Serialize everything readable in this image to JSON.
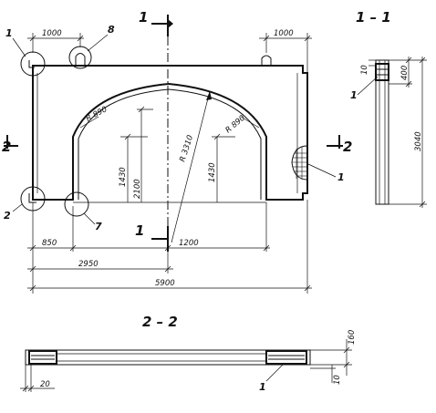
{
  "section_titles": {
    "s11": "1 – 1",
    "s22": "2 – 2"
  },
  "cut_marks": {
    "cut1_top": "1",
    "cut1_bottom": "1",
    "cut2_left": "2",
    "cut2_right": "2"
  },
  "callouts": {
    "c1_top_left": "1",
    "c8": "8",
    "c2": "2",
    "c7": "7",
    "c1_right": "1",
    "c1_section11": "1",
    "c1_section22": "1"
  },
  "dimensions": {
    "d1000_left": "1000",
    "d1000_right": "1000",
    "r890_left": "R 890",
    "r890_right": "R 890",
    "r3310": "R 3310",
    "d1430_left": "1430",
    "d2100": "2100",
    "d1430_right": "1430",
    "d850": "850",
    "d1200": "1200",
    "d2950": "2950",
    "d5900": "5900",
    "s11_10": "10",
    "s11_400": "400",
    "s11_3040": "3040",
    "s22_160": "160",
    "s22_20": "20",
    "s22_10": "10"
  }
}
